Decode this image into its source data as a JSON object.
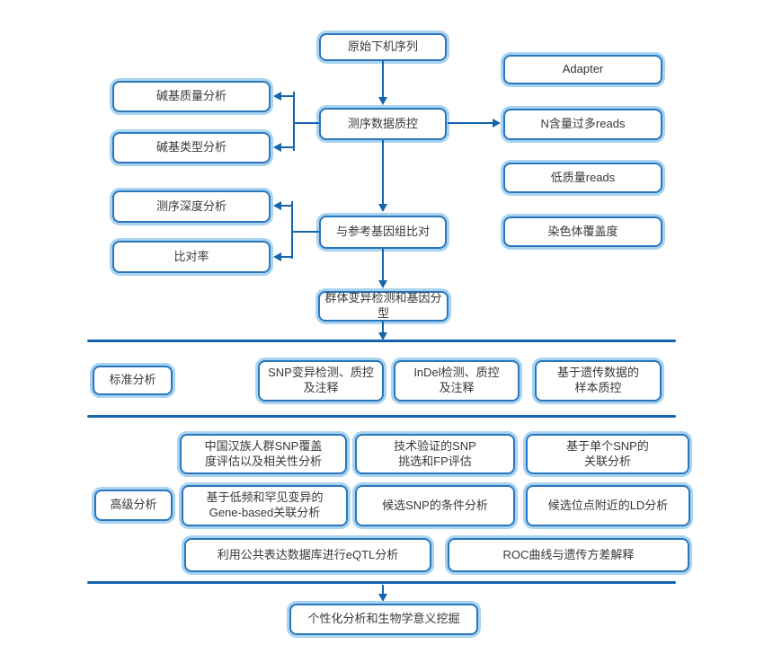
{
  "colors": {
    "accent_line": "#1565ad",
    "box_border": "#2a76bd",
    "box_ring": "#a9d4f1",
    "text": "#383838",
    "background": "#ffffff"
  },
  "boxes": {
    "raw": "原始下机序列",
    "adapter": "Adapter",
    "base_quality": "碱基质量分析",
    "qc": "测序数据质控",
    "n_reads": "N含量过多reads",
    "base_type": "碱基类型分析",
    "low_quality": "低质量reads",
    "depth": "测序深度分析",
    "align": "与参考基因组比对",
    "chrom_coverage": "染色体覆盖度",
    "map_rate": "比对率",
    "variant": "群体变异检测和基因分型",
    "standard_label": "标准分析",
    "snp": "SNP变异检测、质控\n及注释",
    "indel": "InDel检测、质控\n及注释",
    "sample_qc": "基于遗传数据的\n样本质控",
    "advanced_label": "高级分析",
    "han_snp": "中国汉族人群SNP覆盖\n度评估以及相关性分析",
    "validated_snp": "技术验证的SNP\n挑选和FP评估",
    "single_snp": "基于单个SNP的\n关联分析",
    "gene_based": "基于低频和罕见变异的\nGene-based关联分析",
    "conditional_snp": "候选SNP的条件分析",
    "ld": "候选位点附近的LD分析",
    "eqtl": "利用公共表达数据库进行eQTL分析",
    "roc": "ROC曲线与遗传方差解释",
    "personalized": "个性化分析和生物学意义挖掘"
  }
}
